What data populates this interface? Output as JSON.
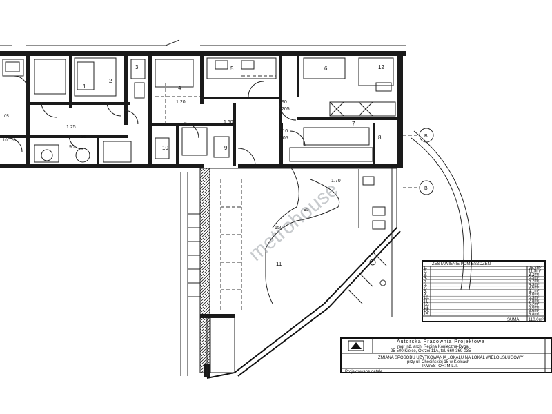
{
  "watermark": "metrohouse",
  "dimensions": {
    "d125": "1.25",
    "d120": "1.20",
    "d160": "1.60",
    "d90a": "90",
    "d205a": "205",
    "d110": "110",
    "d205b": "205",
    "d90b": "90",
    "d170": "1.70",
    "d95": "95",
    "d150": "150",
    "d10": "10",
    "d20": "20",
    "d30": "30",
    "d05": "05"
  },
  "axis_markers": [
    "B",
    "B"
  ],
  "room_numbers": [
    "1",
    "2",
    "3",
    "4",
    "5",
    "6",
    "7",
    "8",
    "9",
    "10",
    "11",
    "12"
  ],
  "room_table": {
    "title": "ZESTAWIENIE POMIESZCZEŃ",
    "rows": [
      {
        "no": "1.",
        "area": "25.8m²"
      },
      {
        "no": "2.",
        "area": "11.5m²"
      },
      {
        "no": "3.",
        "area": "3.2m²"
      },
      {
        "no": "4.",
        "area": "5.5m²"
      },
      {
        "no": "5.",
        "area": "6.2m²"
      },
      {
        "no": "6.",
        "area": "4.3m²"
      },
      {
        "no": "7.",
        "area": "3.6m²"
      },
      {
        "no": "8.",
        "area": "4.1m²"
      },
      {
        "no": "9.",
        "area": "5.0m²"
      },
      {
        "no": "10.",
        "area": "6.3m²"
      },
      {
        "no": "11.",
        "area": "2.8m²"
      },
      {
        "no": "12.",
        "area": "6.2m²"
      },
      {
        "no": "13.",
        "area": "4.0m²"
      },
      {
        "no": "14.",
        "area": "3.6m²"
      },
      {
        "no": "15.",
        "area": "8.8m²"
      }
    ],
    "total_label": "SUMA",
    "total_area": "110.0m²"
  },
  "title_block": {
    "studio": "Autorska Pracownia Projektowa",
    "line2": "mgr inż. arch. Regina Konieczna-Dyga",
    "line3": "25-500 Kielce, Okrzei 11A, tel. 660-369-035",
    "project_line1": "ZMIANA SPOSOBU UŻYTKOWANIA LOKALU NA LOKAL WIELOUSŁUGOWY",
    "project_line2": "przy ul. Chęcińskiej 15 w Kielcach",
    "project_line3": "INWESTOR: M.L.T.",
    "footer": "Projektowane detale"
  }
}
